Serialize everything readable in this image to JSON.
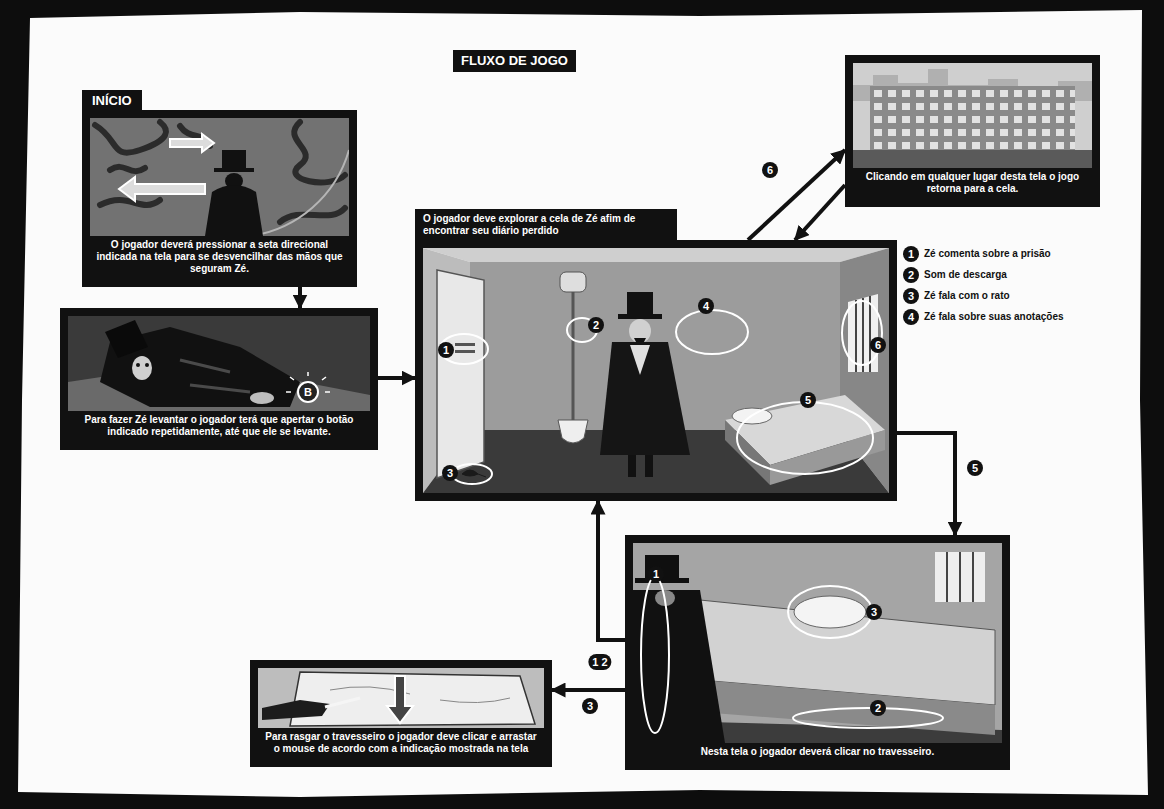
{
  "diagram": {
    "title": "FLUXO DE JOGO",
    "nodes": [
      {
        "text": [
          "INÍCIO",
          "O jogador deverá pressionar a seta direcional indicada na tela para se desvencilhar das mãos que seguram Zé."
        ]
      },
      {
        "text": [
          "Para fazer Zé levantar o jogador terá que apertar o botão indicado repetidamente, até que ele se levante."
        ]
      },
      {
        "text": [
          "O jogador deve explorar a cela de Zé afim de encontrar seu diário perdido"
        ]
      },
      {
        "text": [
          "Clicando em qualquer lugar desta tela o jogo retorna para a cela."
        ]
      },
      {
        "text": [
          "Nesta tela o jogador deverá clicar no travesseiro."
        ]
      },
      {
        "text": [
          "Para rasgar o travesseiro o jogador deve clicar e arrastar o mouse de acordo com a indicação mostrada na tela"
        ]
      }
    ],
    "edges": [
      {
        "from": 0,
        "to": 1,
        "arrow": "to"
      },
      {
        "from": 1,
        "to": 2,
        "arrow": "to"
      },
      {
        "from": 2,
        "to": 3,
        "label": "6",
        "arrow": "to"
      },
      {
        "from": 3,
        "to": 2,
        "arrow": "to"
      },
      {
        "from": 2,
        "to": 4,
        "label": "5",
        "arrow": "to"
      },
      {
        "from": 4,
        "to": 2,
        "label": "1 2",
        "arrow": "to"
      },
      {
        "from": 4,
        "to": 5,
        "label": "3",
        "arrow": "to"
      }
    ],
    "labels": [
      "1",
      "2",
      "4",
      "6",
      "5",
      "3",
      "1",
      "2",
      "3",
      "4",
      "1",
      "3",
      "2",
      "B"
    ],
    "legend": [
      {
        "text": "Zé comenta sobre a prisão"
      },
      {
        "text": "Som de descarga"
      },
      {
        "text": "Zé fala com o rato"
      },
      {
        "text": "Zé fala sobre suas anotações"
      }
    ]
  }
}
